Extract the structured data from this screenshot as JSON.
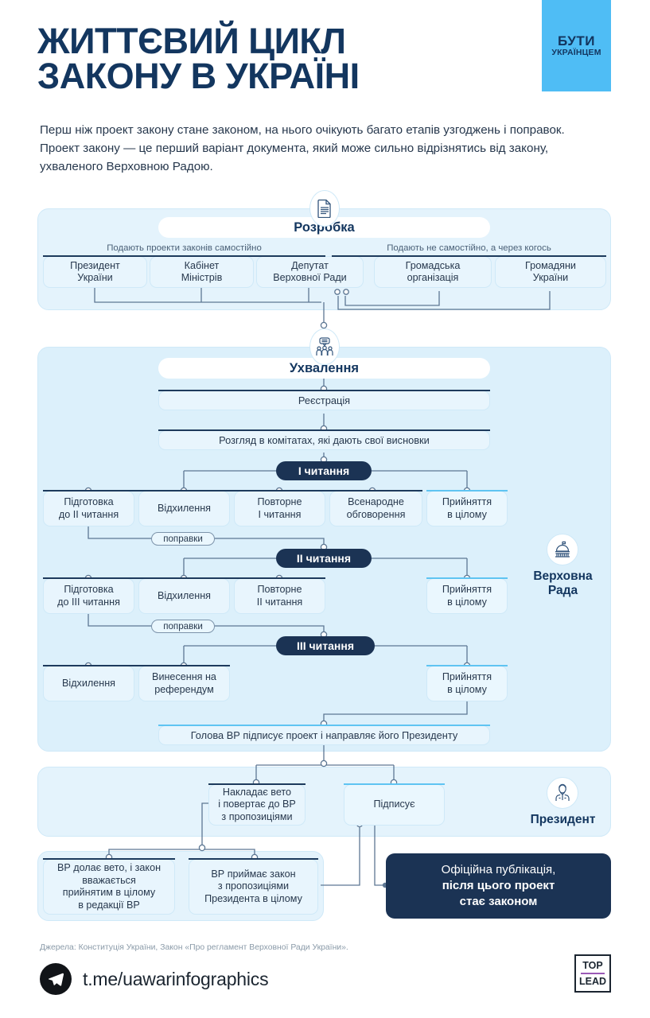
{
  "header": {
    "title_line1": "ЖИТТЄВИЙ ЦИКЛ",
    "title_line2": "ЗАКОНУ В УКРАЇНІ",
    "badge_line1": "БУТИ",
    "badge_line2": "УКРАЇНЦЕМ",
    "badge_color": "#4fbdf5",
    "intro": "Перш ніж проект закону стане законом, на нього очікують багато етапів узгоджень і поправок. Проект закону — це перший варіант документа, який може сильно відрізнятись від закону, ухваленого Верховною Радою."
  },
  "stage1": {
    "icon": "document-icon",
    "title": "Розробка",
    "group_left_label": "Подають проекти законів самостійно",
    "group_right_label": "Подають не самостійно, а через когось",
    "boxes_left": [
      "Президент\nУкраїни",
      "Кабінет\nМіністрів",
      "Депутат\nВерховної Ради"
    ],
    "boxes_right": [
      "Громадська\nорганізація",
      "Громадяни\nУкраїни"
    ]
  },
  "stage2": {
    "icon": "people-discussion-icon",
    "title": "Ухвалення",
    "side_icon": "parliament-dome-icon",
    "side_label_line1": "Верховна",
    "side_label_line2": "Рада",
    "step_registration": "Реєстрація",
    "step_committees": "Розгляд в комітатах, які дають свої висновки",
    "reading1": {
      "label": "І читання",
      "options": [
        "Підготовка\nдо ІІ читання",
        "Відхилення",
        "Повторне\nІ читання",
        "Всенародне\nобговорення"
      ],
      "accept": "Прийняття\nв цілому",
      "amend_label": "поправки"
    },
    "reading2": {
      "label": "ІІ читання",
      "options": [
        "Підготовка\nдо ІІІ читання",
        "Відхилення",
        "Повторне\nІІ читання"
      ],
      "accept": "Прийняття\nв цілому",
      "amend_label": "поправки"
    },
    "reading3": {
      "label": "ІІІ читання",
      "options": [
        "Відхилення",
        "Винесення на\nреферендум"
      ],
      "accept": "Прийняття\nв цілому"
    },
    "step_chairman": "Голова ВР підписує проект і направляє його Президенту"
  },
  "stage3": {
    "side_icon": "president-person-icon",
    "side_label": "Президент",
    "veto": "Накладає вето\nі повертає до ВР\nз пропозиціями",
    "sign": "Підписує",
    "vr_boxes": [
      "ВР долає вето, і закон\nвважається\nприйнятим в цілому\nв редакції ВР",
      "ВР приймає закон\nз пропозиціями\nПрезидента в цілому"
    ],
    "final_line1": "Офіційна публікація,",
    "final_line2": "після цього проект",
    "final_line3": "стає законом"
  },
  "footer": {
    "sources": "Джерела: Конституція України, Закон «Про регламент Верховної Ради України».",
    "telegram_handle": "t.me/uawarinfographics",
    "logo_top": "TOP",
    "logo_lead": "LEAD"
  }
}
